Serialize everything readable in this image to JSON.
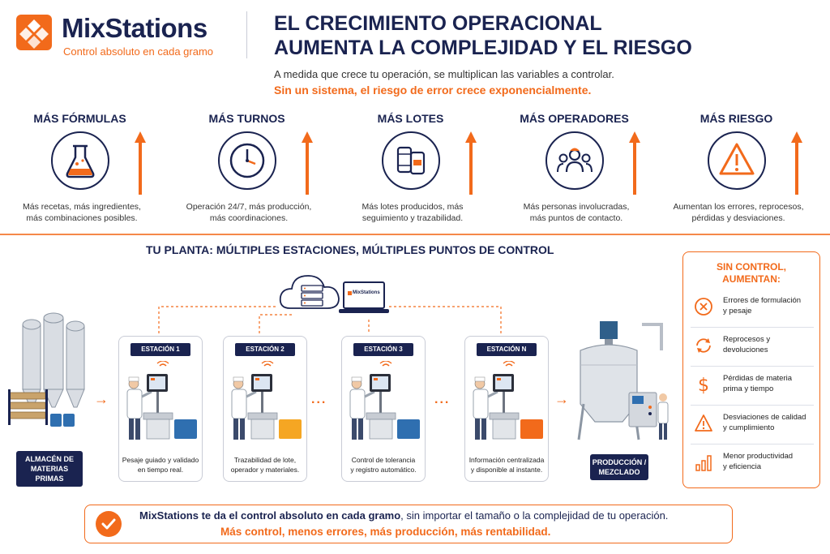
{
  "header": {
    "brand": "MixStations",
    "tagline": "Control absoluto en cada gramo",
    "title_line1": "EL CRECIMIENTO OPERACIONAL",
    "title_line2": "AUMENTA LA COMPLEJIDAD Y EL RIESGO",
    "subtitle": "A medida que crece tu operación, se multiplican las variables a controlar.",
    "highlight": "Sin un sistema, el riesgo de error crece exponencialmente."
  },
  "metrics": [
    {
      "title": "MÁS FÓRMULAS",
      "icon": "flask-icon",
      "desc1": "Más recetas, más ingredientes,",
      "desc2": "más combinaciones posibles."
    },
    {
      "title": "MÁS TURNOS",
      "icon": "clock-icon",
      "desc1": "Operación 24/7, más producción,",
      "desc2": "más coordinaciones."
    },
    {
      "title": "MÁS LOTES",
      "icon": "barrels-icon",
      "desc1": "Más lotes producidos, más",
      "desc2": "seguimiento y trazabilidad."
    },
    {
      "title": "MÁS OPERADORES",
      "icon": "people-icon",
      "desc1": "Más personas involucradas,",
      "desc2": "más puntos de contacto."
    },
    {
      "title": "MÁS RIESGO",
      "icon": "warning-icon",
      "desc1": "Aumentan los errores, reprocesos,",
      "desc2": "pérdidas y desviaciones."
    }
  ],
  "plant": {
    "title": "TU PLANTA:  MÚLTIPLES ESTACIONES, MÚLTIPLES PUNTOS DE CONTROL",
    "laptop_brand": "MixStations",
    "warehouse_label1": "ALMACÉN DE",
    "warehouse_label2": "MATERIAS PRIMAS",
    "production_label1": "PRODUCCIÓN /",
    "production_label2": "MEZCLADO",
    "ellipsis": "...",
    "stations": [
      {
        "badge": "ESTACIÓN 1",
        "desc1": "Pesaje guiado y validado",
        "desc2": "en tiempo real.",
        "bin": "#2f6fb0"
      },
      {
        "badge": "ESTACIÓN 2",
        "desc1": "Trazabilidad de lote,",
        "desc2": "operador y materiales.",
        "bin": "#f5a623"
      },
      {
        "badge": "ESTACIÓN 3",
        "desc1": "Control de tolerancia",
        "desc2": "y registro automático.",
        "bin": "#2f6fb0"
      },
      {
        "badge": "ESTACIÓN N",
        "desc1": "Información centralizada",
        "desc2": "y disponible al instante.",
        "bin": "#f26a1b"
      }
    ]
  },
  "sidebar": {
    "title1": "SIN CONTROL,",
    "title2": "AUMENTAN:",
    "items": [
      {
        "icon": "x-circle-icon",
        "line1": "Errores de formulación",
        "line2": "y pesaje"
      },
      {
        "icon": "refresh-icon",
        "line1": "Reprocesos y",
        "line2": "devoluciones"
      },
      {
        "icon": "dollar-icon",
        "line1": "Pérdidas de materia",
        "line2": "prima y tiempo"
      },
      {
        "icon": "warning-icon",
        "line1": "Desviaciones de calidad",
        "line2": "y cumplimiento"
      },
      {
        "icon": "bar-chart-icon",
        "line1": "Menor productividad",
        "line2": "y eficiencia"
      }
    ]
  },
  "banner": {
    "bold": "MixStations te da el control absoluto en cada gramo",
    "rest": ", sin importar el tamaño o la complejidad de tu operación.",
    "tagline": "Más control, menos errores, más producción, más rentabilidad."
  },
  "colors": {
    "navy": "#1a2350",
    "orange": "#f26a1b"
  }
}
